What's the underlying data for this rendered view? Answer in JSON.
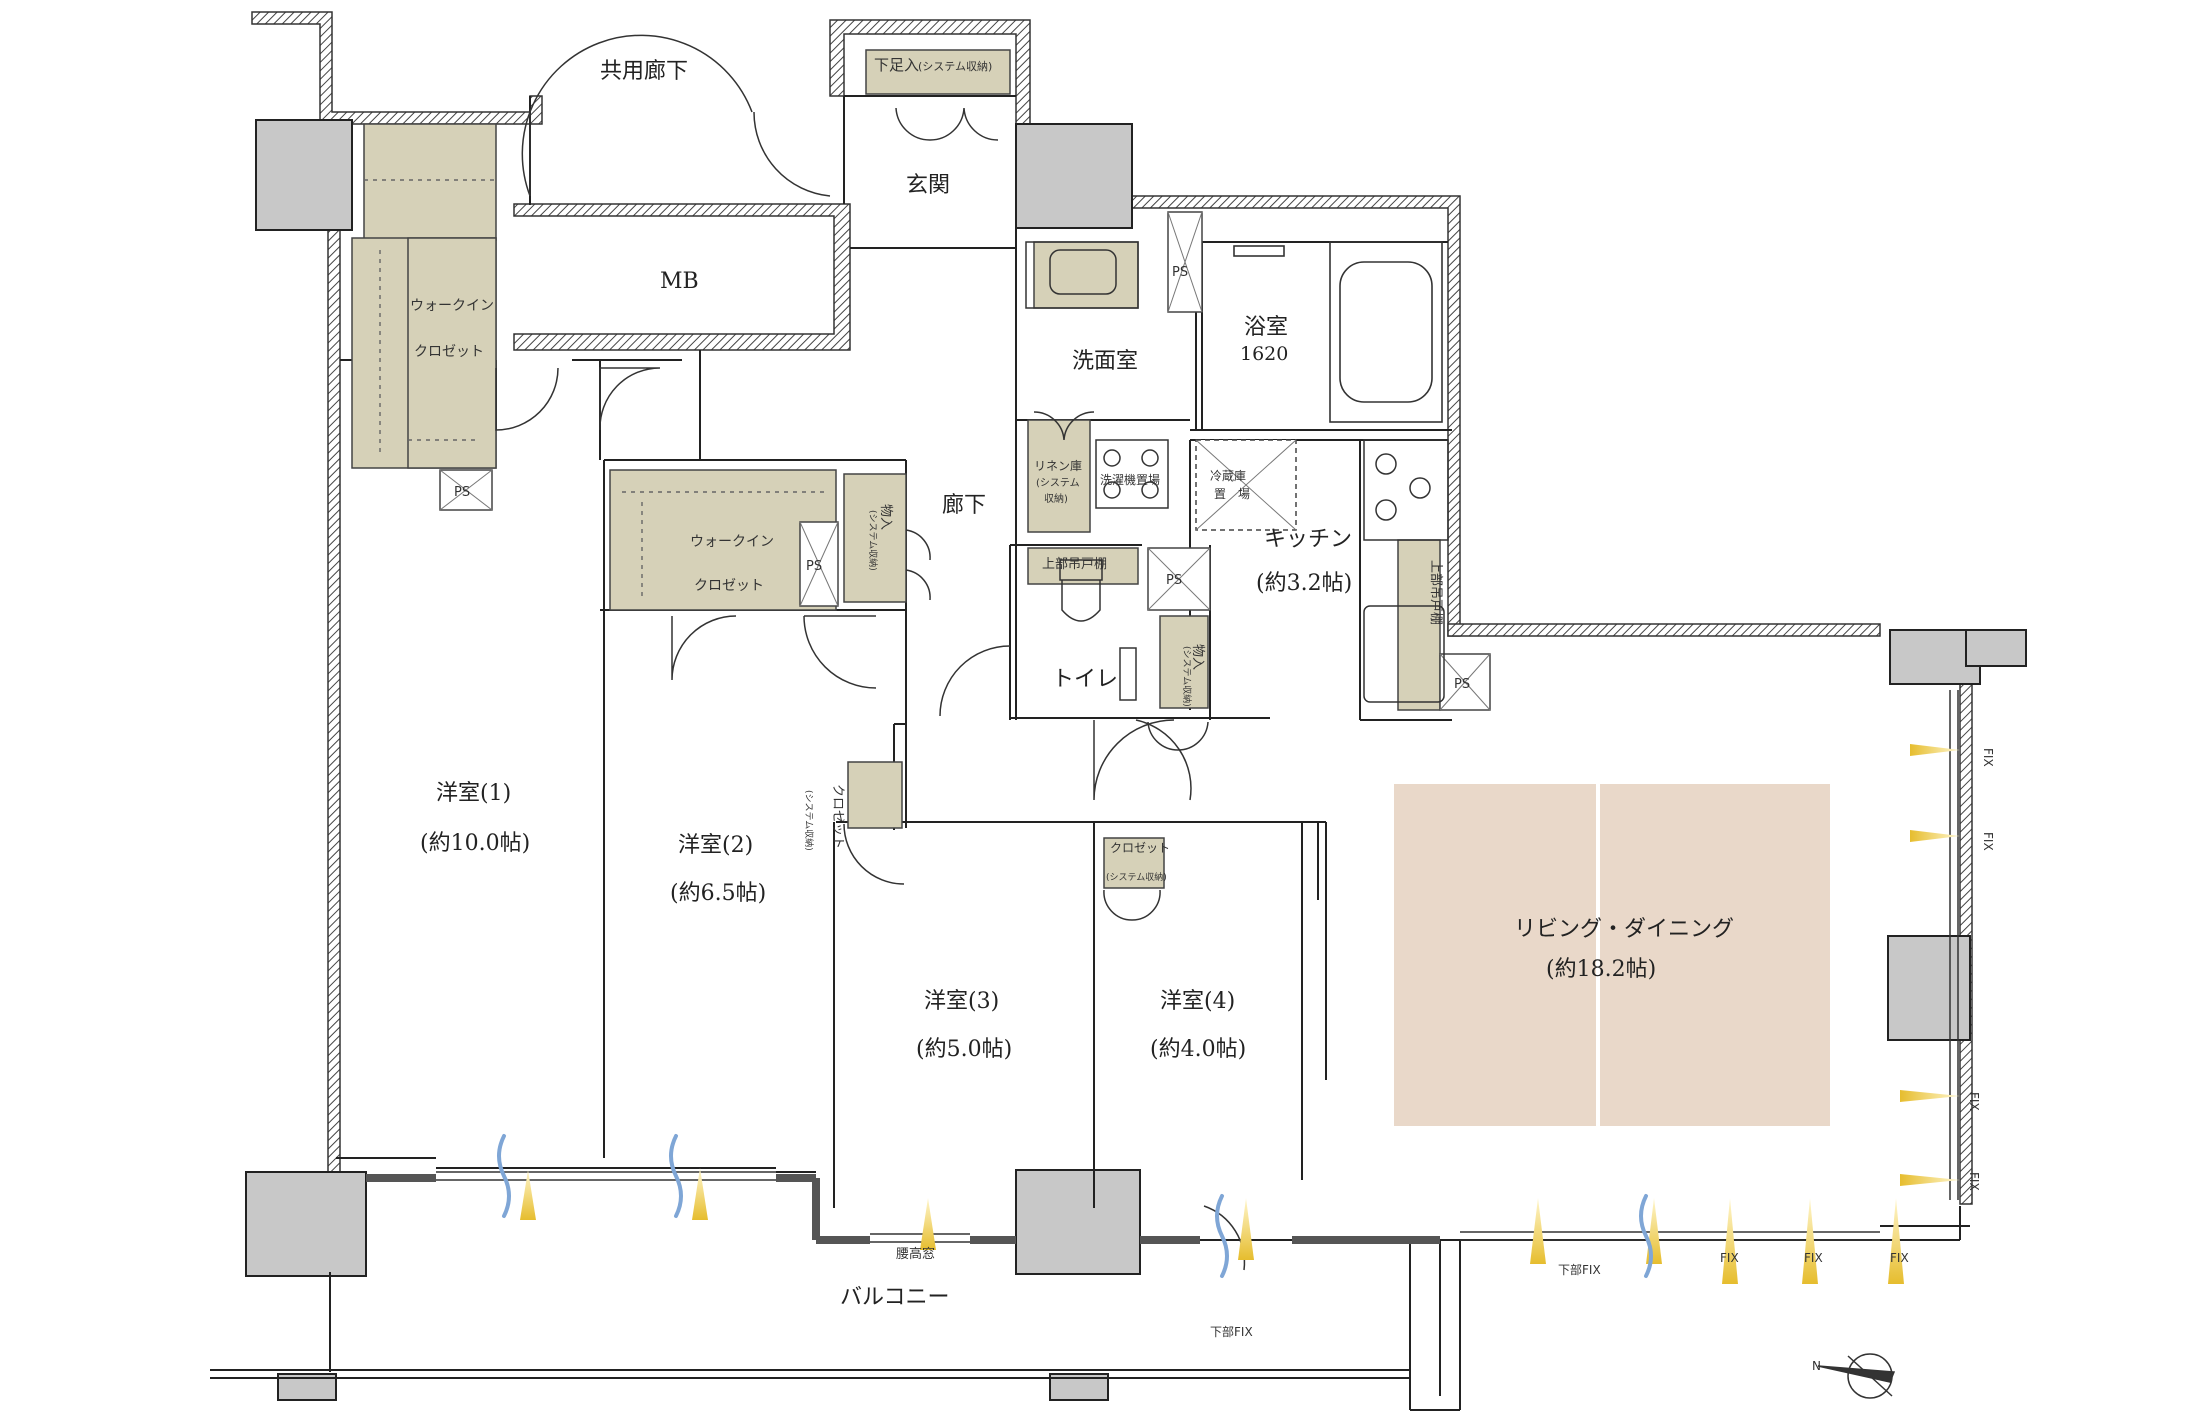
{
  "labels": {
    "common_corridor": "共用廊下",
    "entrance": "玄関",
    "shoe_storage": "下足入",
    "system_storage_paren": "(システム収納)",
    "mb": "MB",
    "walkin_1": "ウォークイン",
    "closet_1": "クロゼット",
    "ps": "PS",
    "washroom": "洗面室",
    "bathroom": "浴室",
    "bath_size": "1620",
    "linen_1": "リネン庫",
    "linen_2": "(システム",
    "linen_3": "収納)",
    "laundry": "洗濯機置場",
    "fridge_1": "冷蔵庫",
    "fridge_2": "置　場",
    "corridor": "廊下",
    "walkin_2": "ウォークイン",
    "closet_2": "クロゼット",
    "storage_a": "物入",
    "storage_a_sub": "(システム収納)",
    "kitchen": "キッチン",
    "kitchen_size": "(約3.2帖)",
    "upper_cabinet_1": "上部吊戸棚",
    "upper_cabinet_2": "上部吊戸棚",
    "toilet": "トイレ",
    "storage_b": "物入",
    "storage_b_sub": "(システム収納)",
    "closet_side": "クロゼット",
    "closet_side_sub": "(システム収納)",
    "closet_r4": "クロゼット",
    "closet_r4_sub": "(システム収納)",
    "room1": "洋室(1)",
    "room1_size": "(約10.0帖)",
    "room2": "洋室(2)",
    "room2_size": "(約6.5帖)",
    "room3": "洋室(3)",
    "room3_size": "(約5.0帖)",
    "room4": "洋室(4)",
    "room4_size": "(約4.0帖)",
    "living": "リビング・ダイニング",
    "living_size": "(約18.2帖)",
    "waist_window": "腰高窓",
    "balcony": "バルコニー",
    "lower_fix_1": "下部FIX",
    "lower_fix_2": "下部FIX",
    "fix_bottom_1": "FIX",
    "fix_bottom_2": "FIX",
    "fix_bottom_3": "FIX",
    "fix_right_1": "FIX",
    "fix_right_2": "FIX",
    "fix_right_3": "FIX",
    "fix_right_4": "FIX",
    "north": "N"
  },
  "colors": {
    "storage": "#d6d1b8",
    "living_floor": "#e9d8c9",
    "column": "#c8c8c8",
    "light": "#e8c74a",
    "breeze": "#7fa6d6"
  }
}
